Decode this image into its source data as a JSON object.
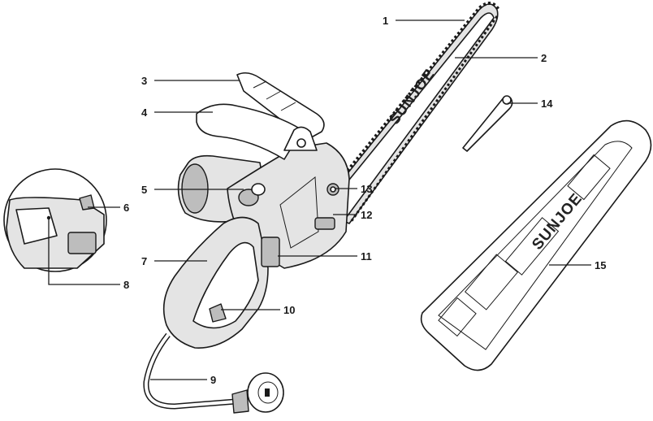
{
  "callouts": [
    {
      "number": "1"
    },
    {
      "number": "2"
    },
    {
      "number": "3"
    },
    {
      "number": "4"
    },
    {
      "number": "5"
    },
    {
      "number": "6"
    },
    {
      "number": "7"
    },
    {
      "number": "8"
    },
    {
      "number": "9"
    },
    {
      "number": "10"
    },
    {
      "number": "11"
    },
    {
      "number": "12"
    },
    {
      "number": "13"
    },
    {
      "number": "14"
    },
    {
      "number": "15"
    }
  ],
  "brand": {
    "bar_logo": "SUNJOE",
    "scabbard_logo": "SUNJOE"
  },
  "colors": {
    "outline": "#1a1a1a",
    "body_fill": "#e4e4e4",
    "dark_fill": "#bdbdbd",
    "background": "#ffffff"
  }
}
